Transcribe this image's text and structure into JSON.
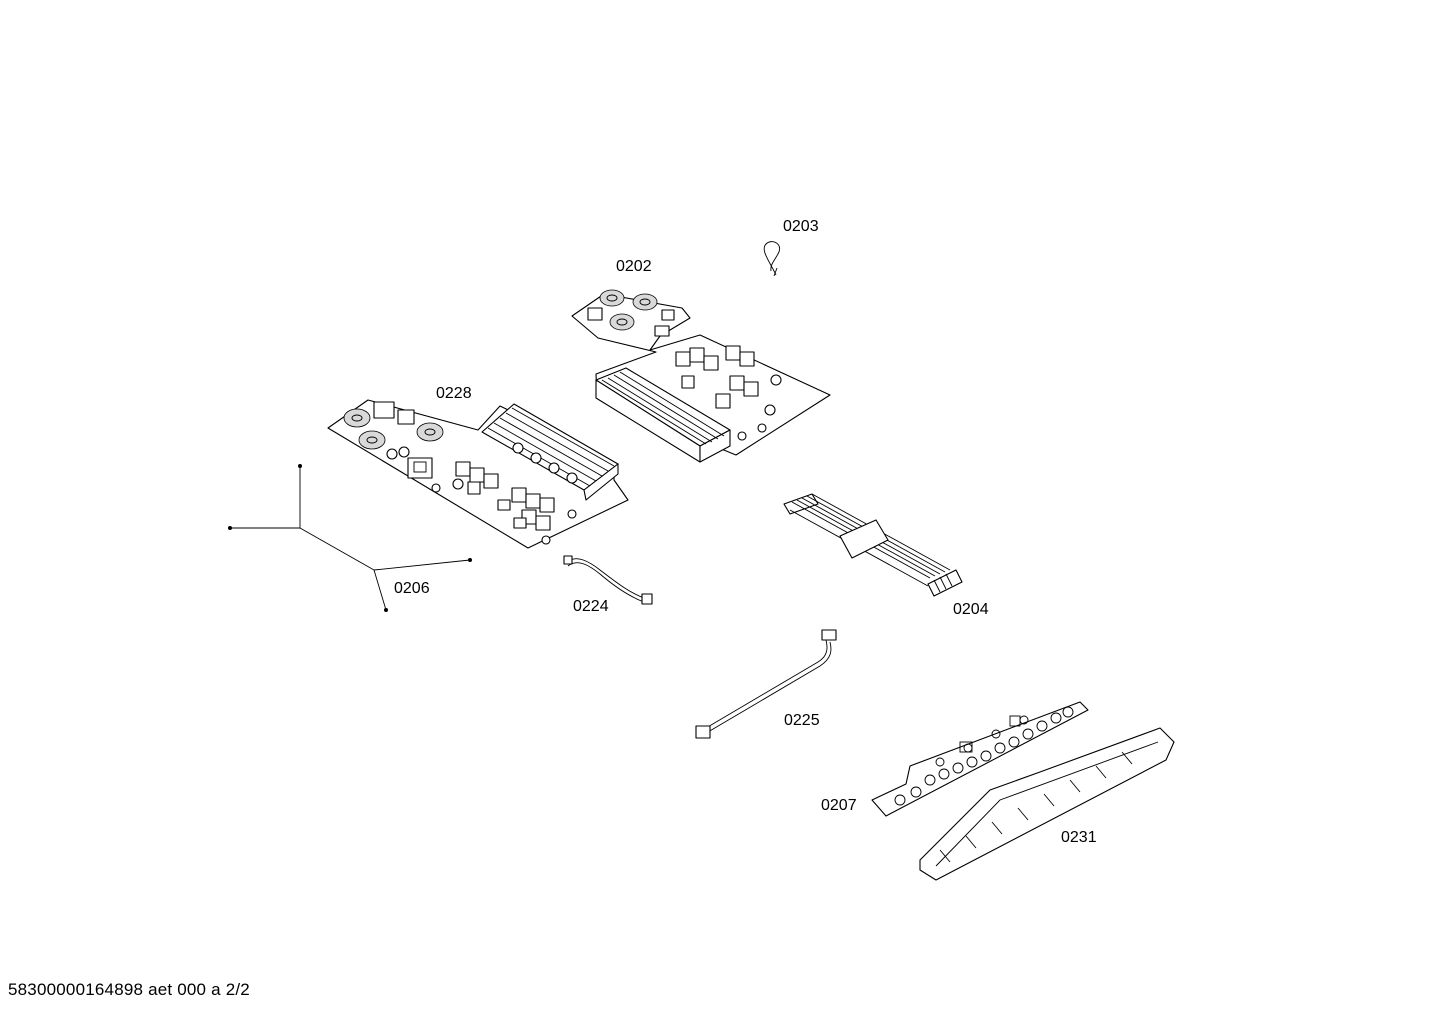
{
  "parts": [
    {
      "id": "board-top",
      "label": "0202"
    },
    {
      "id": "clip",
      "label": "0203"
    },
    {
      "id": "board-left",
      "label": "0228"
    },
    {
      "id": "wire-frame",
      "label": "0206"
    },
    {
      "id": "small-cable",
      "label": "0224"
    },
    {
      "id": "ribbon-cable",
      "label": "0204"
    },
    {
      "id": "long-cable",
      "label": "0225"
    },
    {
      "id": "control-board",
      "label": "0207"
    },
    {
      "id": "board-carrier",
      "label": "0231"
    }
  ],
  "footer": {
    "text": "58300000164898 aet 000 a 2/2"
  }
}
